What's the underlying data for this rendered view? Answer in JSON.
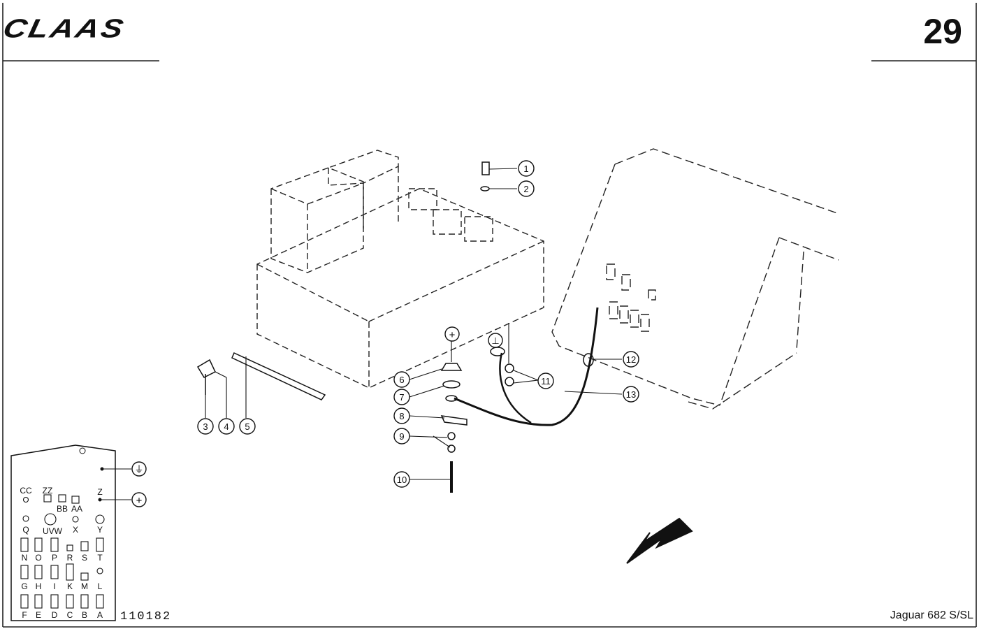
{
  "header": {
    "brand": "CLAAS",
    "page_number": "29"
  },
  "footer": {
    "figure_number": "110182",
    "model": "Jaguar 682 S/SL"
  },
  "callouts": [
    "1",
    "2",
    "3",
    "4",
    "5",
    "6",
    "7",
    "8",
    "9",
    "10",
    "11",
    "12",
    "13"
  ],
  "symbols": {
    "plus": "+",
    "ground": "⊥",
    "frame_ground": "⏚"
  },
  "terminal_panel": {
    "labels": [
      "CC",
      "ZZ",
      "BB",
      "AA",
      "Z",
      "Q",
      "UVW",
      "X",
      "Y",
      "N",
      "O",
      "P",
      "R",
      "S",
      "T",
      "G",
      "H",
      "I",
      "K",
      "M",
      "L",
      "F",
      "E",
      "D",
      "C",
      "B",
      "A"
    ]
  }
}
